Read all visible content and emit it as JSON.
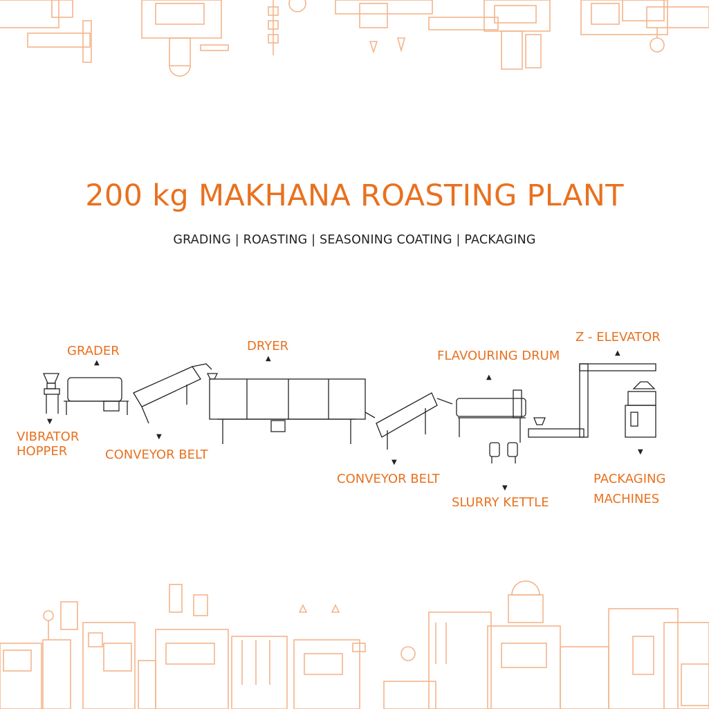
{
  "header": {
    "title": "200 kg MAKHANA ROASTING PLANT",
    "subtitle": "GRADING | ROASTING | SEASONING COATING | PACKAGING"
  },
  "stages": {
    "grader": "GRADER",
    "dryer": "DRYER",
    "z_elevator": "Z - ELEVATOR",
    "flavouring_drum": "FLAVOURING DRUM",
    "vibrator_hopper": [
      "VIBRATOR",
      "HOPPER"
    ],
    "conveyor_belt_1": "CONVEYOR BELT",
    "conveyor_belt_2": "CONVEYOR BELT",
    "slurry_kettle": "SLURRY KETTLE",
    "packaging_machines": [
      "PACKAGING",
      "MACHINES"
    ]
  },
  "colors": {
    "accent": "#e8711f",
    "line": "#222222",
    "decor": "#f3b48a"
  }
}
